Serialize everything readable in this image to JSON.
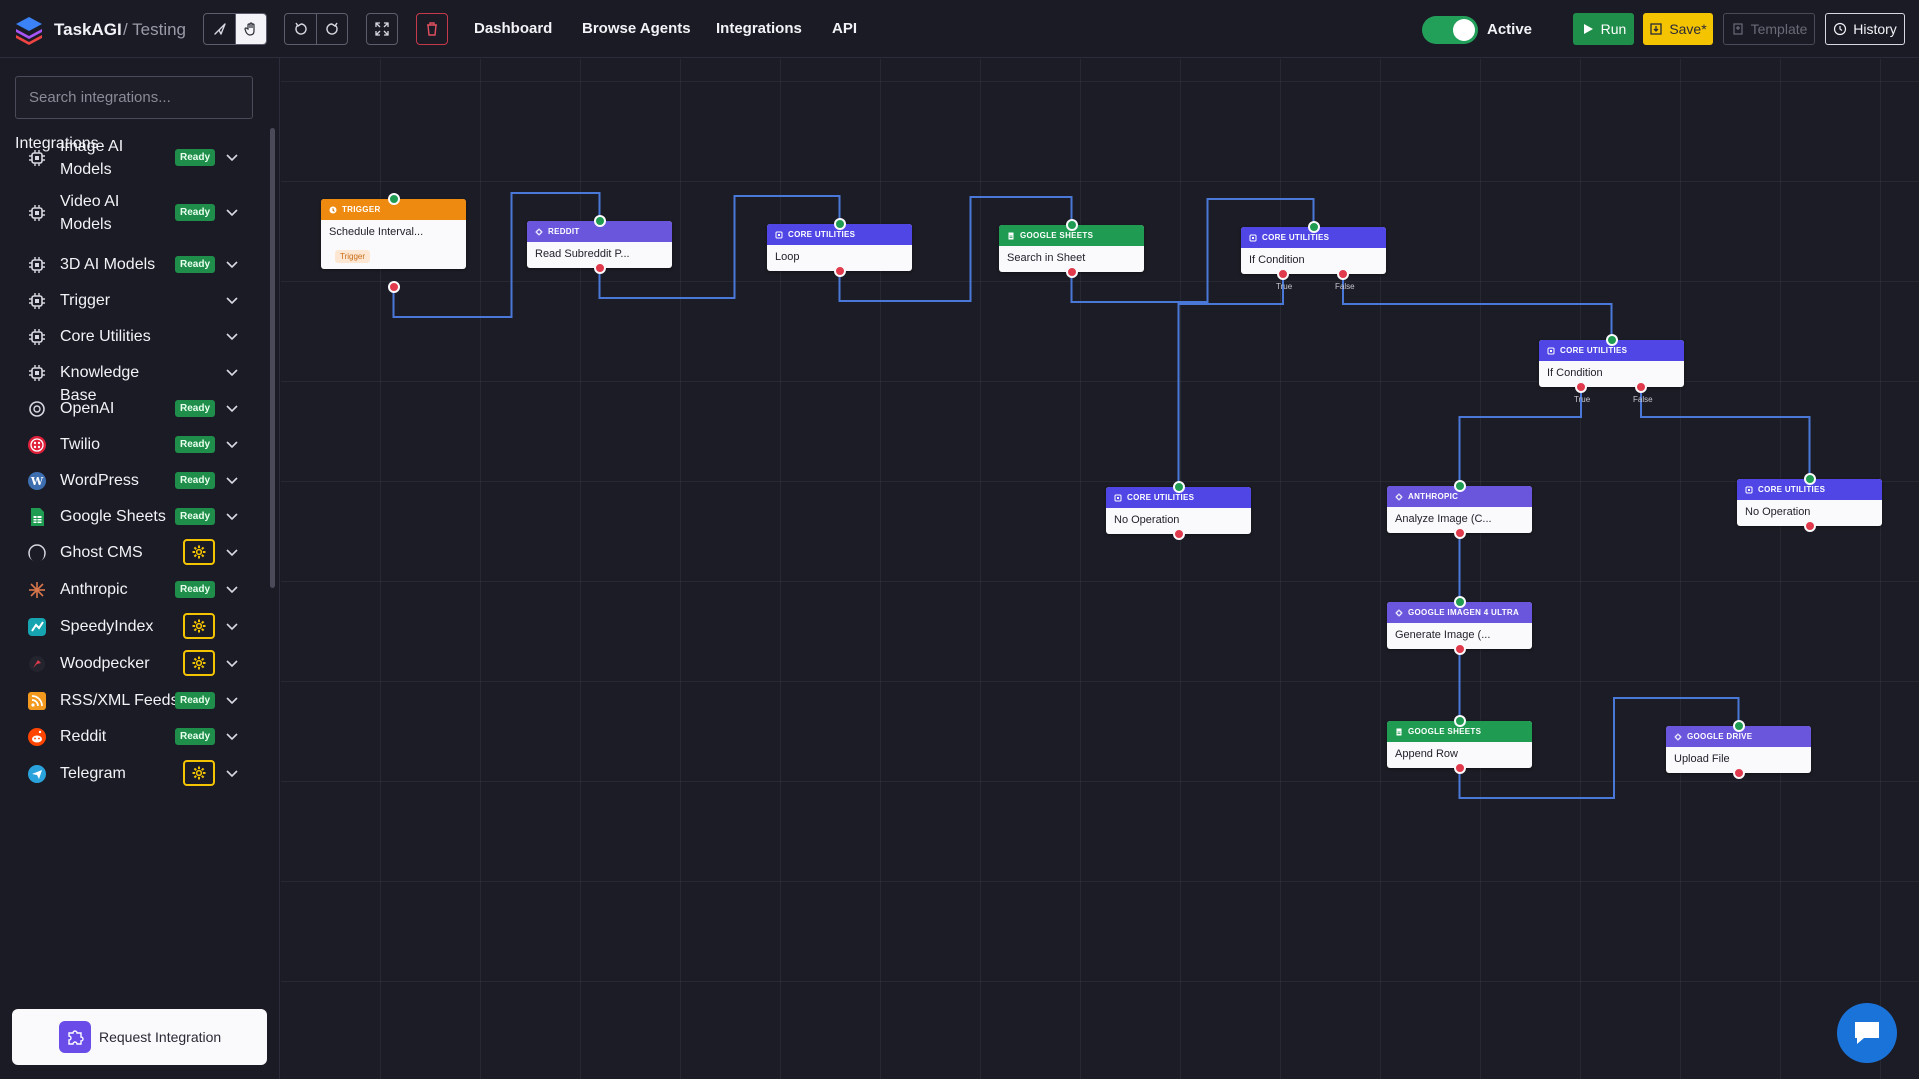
{
  "header": {
    "brand": "TaskAGI",
    "breadcrumb": "/ Testing",
    "nav": [
      "Dashboard",
      "Browse Agents",
      "Integrations",
      "API"
    ],
    "active_label": "Active",
    "active_on": true,
    "run_label": "Run",
    "save_label": "Save*",
    "template_label": "Template",
    "history_label": "History",
    "colors": {
      "run": "#1f8e4a",
      "save": "#f5c400",
      "toggle": "#22a05a"
    }
  },
  "sidebar": {
    "search_placeholder": "Search integrations...",
    "section_title": "Integrations",
    "items": [
      {
        "label": "Image AI Models",
        "icon": "chip-icon",
        "status": "Ready"
      },
      {
        "label": "Video AI Models",
        "icon": "chip-icon",
        "status": "Ready"
      },
      {
        "label": "3D AI Models",
        "icon": "chip-icon",
        "status": "Ready"
      },
      {
        "label": "Trigger",
        "icon": "chip-icon",
        "status": ""
      },
      {
        "label": "Core Utilities",
        "icon": "chip-icon",
        "status": ""
      },
      {
        "label": "Knowledge Base",
        "icon": "chip-icon",
        "status": ""
      },
      {
        "label": "OpenAI",
        "icon": "openai-icon",
        "status": "Ready"
      },
      {
        "label": "Twilio",
        "icon": "twilio-icon",
        "status": "Ready"
      },
      {
        "label": "WordPress",
        "icon": "wordpress-icon",
        "status": "Ready"
      },
      {
        "label": "Google Sheets",
        "icon": "google-sheets-icon",
        "status": "Ready"
      },
      {
        "label": "Ghost CMS",
        "icon": "ghost-icon",
        "status": "configure"
      },
      {
        "label": "Anthropic",
        "icon": "anthropic-icon",
        "status": "Ready"
      },
      {
        "label": "SpeedyIndex",
        "icon": "speedyindex-icon",
        "status": "configure"
      },
      {
        "label": "Woodpecker",
        "icon": "woodpecker-icon",
        "status": "configure"
      },
      {
        "label": "RSS/XML Feeds",
        "icon": "rss-icon",
        "status": "Ready"
      },
      {
        "label": "Reddit",
        "icon": "reddit-icon",
        "status": "Ready"
      },
      {
        "label": "Telegram",
        "icon": "telegram-icon",
        "status": "configure"
      }
    ],
    "request_button": "Request Integration"
  },
  "canvas": {
    "nodes": [
      {
        "id": "n1",
        "category": "TRIGGER",
        "label": "Schedule Interval...",
        "tag": "Trigger",
        "header_color": "#ef8a10"
      },
      {
        "id": "n2",
        "category": "REDDIT",
        "label": "Read Subreddit P...",
        "header_color": "#6a55dd"
      },
      {
        "id": "n3",
        "category": "CORE UTILITIES",
        "label": "Loop",
        "header_color": "#4f46e5"
      },
      {
        "id": "n4",
        "category": "GOOGLE SHEETS",
        "label": "Search in Sheet",
        "header_color": "#1f9c52"
      },
      {
        "id": "n5",
        "category": "CORE UTILITIES",
        "label": "If Condition",
        "header_color": "#4f46e5"
      },
      {
        "id": "n6",
        "category": "CORE UTILITIES",
        "label": "If Condition",
        "header_color": "#4f46e5"
      },
      {
        "id": "n7",
        "category": "CORE UTILITIES",
        "label": "No Operation",
        "header_color": "#4f46e5"
      },
      {
        "id": "n8",
        "category": "ANTHROPIC",
        "label": "Analyze Image (C...",
        "header_color": "#6a55dd"
      },
      {
        "id": "n9",
        "category": "CORE UTILITIES",
        "label": "No Operation",
        "header_color": "#4f46e5"
      },
      {
        "id": "n10",
        "category": "GOOGLE IMAGEN 4 ULTRA",
        "label": "Generate Image (...",
        "header_color": "#6a55dd"
      },
      {
        "id": "n11",
        "category": "GOOGLE SHEETS",
        "label": "Append Row",
        "header_color": "#1f9c52"
      },
      {
        "id": "n12",
        "category": "GOOGLE DRIVE",
        "label": "Upload File",
        "header_color": "#6a55dd"
      }
    ],
    "branch_labels": {
      "true": "True",
      "false": "False"
    },
    "edges": [
      [
        "n1",
        "n2"
      ],
      [
        "n2",
        "n3"
      ],
      [
        "n3",
        "n4"
      ],
      [
        "n4",
        "n5"
      ],
      [
        "n5",
        "n7",
        "True"
      ],
      [
        "n5",
        "n6",
        "False"
      ],
      [
        "n6",
        "n8",
        "True"
      ],
      [
        "n6",
        "n9",
        "False"
      ],
      [
        "n8",
        "n10"
      ],
      [
        "n10",
        "n11"
      ],
      [
        "n11",
        "n12"
      ]
    ],
    "wire_color": "#4a78d8"
  }
}
